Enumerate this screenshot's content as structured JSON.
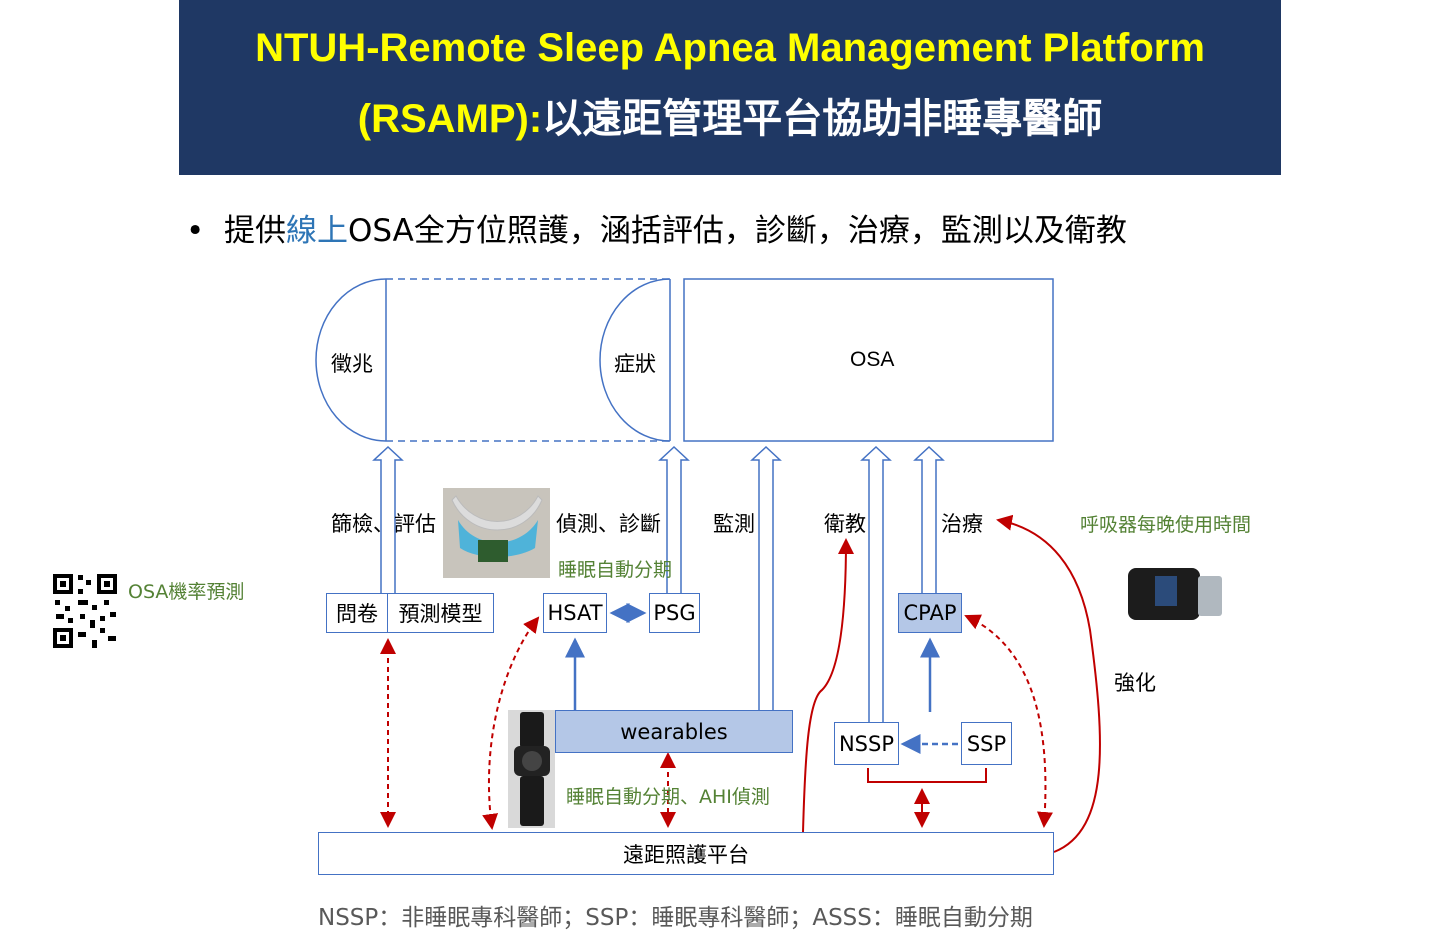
{
  "title": {
    "line1": "NTUH-Remote Sleep Apnea Management Platform",
    "line2_en": "(RSAMP):",
    "line2_zh": "以遠距管理平台協助非睡專醫師"
  },
  "bullet": {
    "marker": "•",
    "pre": "提供",
    "highlight": "線上",
    "post": "OSA全方位照護，涵括評估，診斷，治療，監測以及衛教"
  },
  "diagram": {
    "stage_sign": "徵兆",
    "stage_symptom": "症狀",
    "osa": "OSA",
    "arrow_screen": "篩檢、評估",
    "arrow_detect": "偵測、診斷",
    "arrow_monitor": "監測",
    "arrow_edu": "衛教",
    "arrow_treat": "治療",
    "sleep_staging": "睡眠自動分期",
    "osa_prob": "OSA機率預測",
    "cpap_usage": "呼吸器每晚使用時間",
    "reinforce": "強化",
    "questionnaire": "問卷",
    "pred_model": "預測模型",
    "hsat": "HSAT",
    "psg": "PSG",
    "cpap": "CPAP",
    "wearables": "wearables",
    "wearable_label": "睡眠自動分期、AHI偵測",
    "nssp": "NSSP",
    "ssp": "SSP",
    "platform": "遠距照護平台"
  },
  "footer": "NSSP：非睡眠專科醫師；SSP：睡眠專科醫師；ASSS：睡眠自動分期",
  "colors": {
    "banner": "#1f3864",
    "title_yellow": "#ffff00",
    "outline_blue": "#4472c4",
    "fill_blue": "#b4c7e7",
    "red": "#c00000",
    "green": "#548235"
  }
}
